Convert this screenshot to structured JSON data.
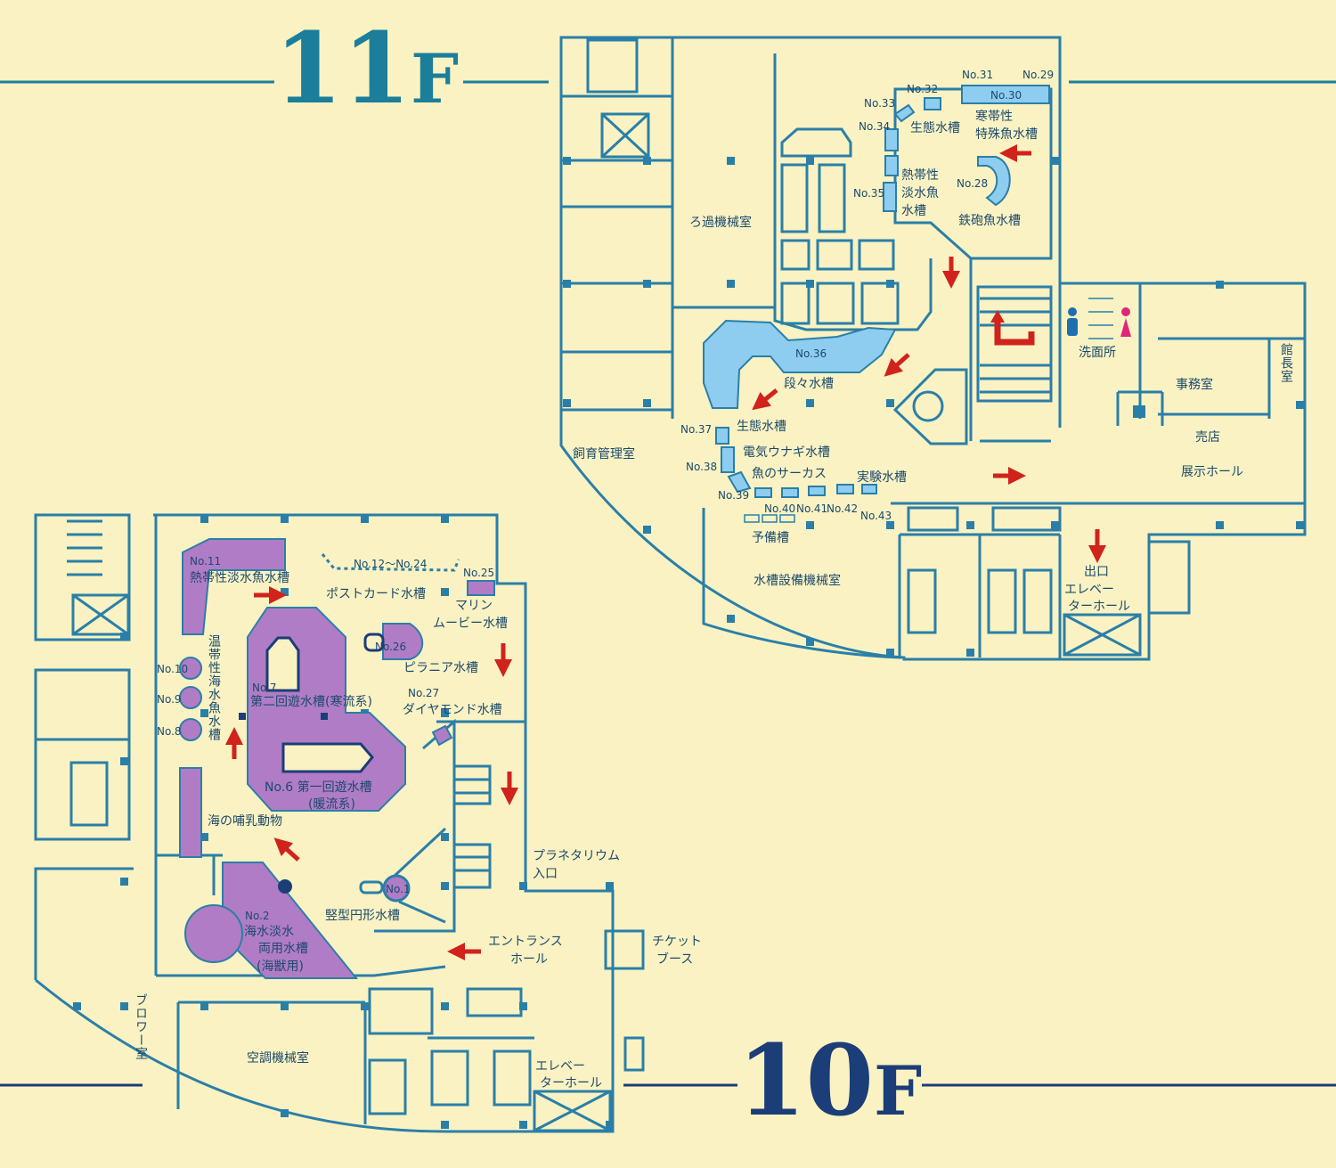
{
  "colors": {
    "background": "#faf2c2",
    "wall": "#2a7fa8",
    "tank_11f": "#8ecdf0",
    "tank_10f": "#b07cc6",
    "arrow": "#d0231c",
    "men": "#1f6fb0",
    "women": "#e0257a"
  },
  "floor_11": {
    "label_num": "11",
    "label_f": "F",
    "labels": {
      "no31": "No.31",
      "no29": "No.29",
      "no32": "No.32",
      "no30": "No.30",
      "no33": "No.33",
      "no34": "No.34",
      "seitai_top": "生態水槽",
      "kantai1": "寒帯性",
      "kantai2": "特殊魚水槽",
      "nettai_v": "熱帯性淡水魚水槽",
      "no35": "No.35",
      "no28": "No.28",
      "teppo": "鉄砲魚水槽",
      "roka": "ろ過機械室",
      "no36": "No.36",
      "dandan": "段々水槽",
      "seitai2": "生態水槽",
      "no37": "No.37",
      "denki": "電気ウナギ水槽",
      "no38": "No.38",
      "circus": "魚のサーカス",
      "jikken": "実験水槽",
      "no39": "No.39",
      "no40": "No.40",
      "no41": "No.41",
      "no42": "No.42",
      "no43": "No.43",
      "yobi": "予備槽",
      "shiiku": "飼育管理室",
      "setsubi": "水槽設備機械室",
      "senmen": "洗面所",
      "kancho": "館長室",
      "jimu": "事務室",
      "baiten": "売店",
      "tenji": "展示ホール",
      "exit": "出口",
      "ev1": "エレベー",
      "ev2": "ターホール"
    }
  },
  "floor_10": {
    "label_num": "10",
    "label_f": "F",
    "labels": {
      "no11": "No.11",
      "nettai": "熱帯性淡水魚水槽",
      "no12_24": "No.12〜No.24",
      "postcard": "ポストカード水槽",
      "no25": "No.25",
      "marine1": "マリン",
      "marine2": "ムービー水槽",
      "no26": "No.26",
      "pirania": "ピラニア水槽",
      "no27": "No.27",
      "diamond": "ダイヤモンド水槽",
      "ontai_v": "温帯性海水魚水槽",
      "no10": "No.10",
      "no9": "No.9",
      "no8": "No.8",
      "no7": "No.7",
      "daini": "第二回遊水槽(寒流系)",
      "no6_daiichi": "No.6  第一回遊水槽",
      "danryu": "(暖流系)",
      "honyu": "海の哺乳動物",
      "planet1": "プラネタリウム",
      "planet2": "入口",
      "no1": "No.1",
      "tategata": "竪型円形水槽",
      "no2": "No.2",
      "ryoyo1": "海水淡水",
      "ryoyo2": "両用水槽",
      "ryoyo3": "(海獣用)",
      "entrance1": "エントランス",
      "entrance2": "ホール",
      "ticket1": "チケット",
      "ticket2": "ブース",
      "blower_v": "ブロワー室",
      "kucho": "空調機械室",
      "ev1": "エレベー",
      "ev2": "ターホール"
    }
  }
}
